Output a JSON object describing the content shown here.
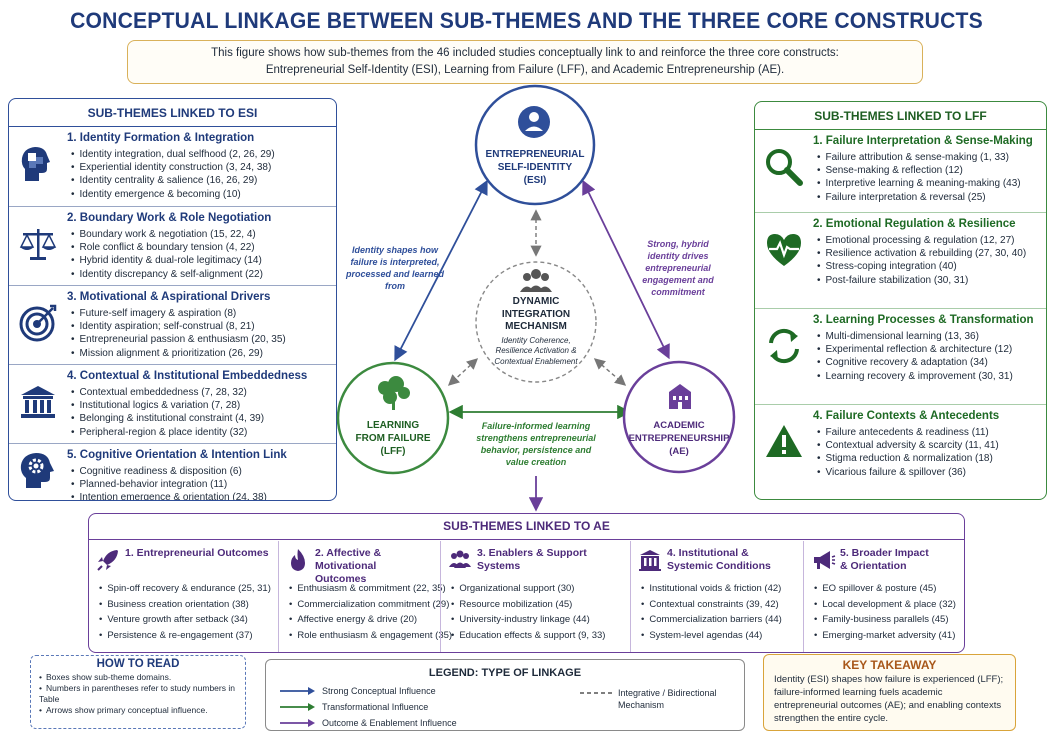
{
  "title": "CONCEPTUAL LINKAGE BETWEEN SUB-THEMES AND THE THREE CORE CONSTRUCTS",
  "intro": {
    "line1": "This figure shows how sub-themes from the 46 included studies conceptually link to and reinforce the three core constructs:",
    "line2": "Entrepreneurial Self-Identity (ESI), Learning from Failure (LFF), and Academic Entrepreneurship (AE)."
  },
  "esi_panel": {
    "heading": "SUB-THEMES LINKED TO ESI",
    "sections": [
      {
        "title": "1. Identity Formation & Integration",
        "icon": "puzzle-head-icon",
        "items": [
          "Identity integration, dual selfhood (2, 26, 29)",
          "Experiential identity construction (3, 24, 38)",
          "Identity centrality & salience (16, 26, 29)",
          "Identity emergence & becoming (10)"
        ]
      },
      {
        "title": "2. Boundary Work & Role Negotiation",
        "icon": "balance-scale-icon",
        "items": [
          "Boundary work & negotiation (15, 22, 4)",
          "Role conflict & boundary tension (4, 22)",
          "Hybrid identity & dual-role legitimacy (14)",
          "Identity discrepancy & self-alignment (22)"
        ]
      },
      {
        "title": "3. Motivational & Aspirational Drivers",
        "icon": "target-icon",
        "items": [
          "Future-self imagery & aspiration (8)",
          "Identity aspiration; self-construal (8, 21)",
          "Entrepreneurial passion & enthusiasm (20, 35)",
          "Mission alignment & prioritization (26, 29)"
        ]
      },
      {
        "title": "4. Contextual & Institutional Embeddedness",
        "icon": "institution-icon",
        "items": [
          "Contextual embeddedness (7, 28, 32)",
          "Institutional logics & variation (7, 28)",
          "Belonging & institutional constraint (4, 39)",
          "Peripheral-region & place identity (32)"
        ]
      },
      {
        "title": "5. Cognitive Orientation & Intention Link",
        "icon": "head-gear-icon",
        "items": [
          "Cognitive readiness & disposition (6)",
          "Planned-behavior integration (11)",
          "Intention emergence & orientation (24, 38)"
        ]
      }
    ]
  },
  "lff_panel": {
    "heading": "SUB-THEMES LINKED TO LFF",
    "sections": [
      {
        "title": "1. Failure Interpretation & Sense-Making",
        "icon": "magnifier-icon",
        "items": [
          "Failure attribution & sense-making (1, 33)",
          "Sense-making & reflection (12)",
          "Interpretive learning & meaning-making (43)",
          "Failure interpretation & reversal (25)"
        ]
      },
      {
        "title": "2. Emotional Regulation & Resilience",
        "icon": "heart-pulse-icon",
        "items": [
          "Emotional processing & regulation (12, 27)",
          "Resilience activation & rebuilding (27, 30, 40)",
          "Stress-coping integration (40)",
          "Post-failure stabilization (30, 31)"
        ]
      },
      {
        "title": "3. Learning Processes & Transformation",
        "icon": "cycle-arrows-icon",
        "items": [
          "Multi-dimensional learning (13, 36)",
          "Experimental reflection & architecture (12)",
          "Cognitive recovery & adaptation (34)",
          "Learning recovery & improvement (30, 31)"
        ]
      },
      {
        "title": "4. Failure Contexts & Antecedents",
        "icon": "warning-icon",
        "items": [
          "Failure antecedents & readiness (11)",
          "Contextual adversity & scarcity (11, 41)",
          "Stigma reduction & normalization (18)",
          "Vicarious failure & spillover (36)"
        ]
      }
    ]
  },
  "ae_panel": {
    "heading": "SUB-THEMES LINKED TO AE",
    "columns": [
      {
        "title": "1. Entrepreneurial Outcomes",
        "icon": "rocket-icon",
        "items": [
          "Spin-off recovery & endurance (25, 31)",
          "Business creation orientation (38)",
          "Venture growth after setback (34)",
          "Persistence & re-engagement (37)"
        ]
      },
      {
        "title": "2. Affective & Motivational Outcomes",
        "icon": "flame-icon",
        "items": [
          "Enthusiasm & commitment (22, 35)",
          "Commercialization commitment (29)",
          "Affective energy & drive (20)",
          "Role enthusiasm & engagement (35)"
        ]
      },
      {
        "title": "3. Enablers & Support Systems",
        "icon": "people-group-icon",
        "items": [
          "Organizational support (30)",
          "Resource mobilization (45)",
          "University-industry linkage (44)",
          "Education effects & support (9, 33)"
        ]
      },
      {
        "title": "4. Institutional & Systemic Conditions",
        "icon": "building-icon",
        "items": [
          "Institutional voids & friction (42)",
          "Contextual constraints (39, 42)",
          "Commercialization barriers (44)",
          "System-level agendas (44)"
        ]
      },
      {
        "title": "5. Broader Impact & Orientation",
        "icon": "megaphone-icon",
        "items": [
          "EO spillover & posture (45)",
          "Local development & place (32)",
          "Family-business parallels (45)",
          "Emerging-market adversity (41)"
        ]
      }
    ]
  },
  "diagram": {
    "esi": {
      "line1": "ENTREPRENEURIAL",
      "line2": "SELF-IDENTITY",
      "line3": "(ESI)",
      "icon": "person-badge-icon"
    },
    "lff": {
      "line1": "LEARNING",
      "line2": "FROM FAILURE",
      "line3": "(LFF)",
      "icon": "brain-tree-icon"
    },
    "ae": {
      "line1": "ACADEMIC",
      "line2": "ENTREPRENEURSHIP",
      "line3": "(AE)",
      "icon": "university-icon"
    },
    "center": {
      "line1": "DYNAMIC",
      "line2": "INTEGRATION",
      "line3": "MECHANISM",
      "sub1": "Identity Coherence,",
      "sub2": "Resilience Activation &",
      "sub3": "Contextual Enablement",
      "icon": "group-icon"
    },
    "annot_left": [
      "Identity shapes how",
      "failure is interpreted,",
      "processed and learned",
      "from"
    ],
    "annot_right": [
      "Strong, hybrid",
      "identity drives",
      "entrepreneurial",
      "engagement and",
      "commitment"
    ],
    "annot_bottom": [
      "Failure-informed learning",
      "strengthens entrepreneurial",
      "behavior, persistence and",
      "value creation"
    ]
  },
  "colors": {
    "esi": "#2f4f9a",
    "lff": "#3c8a3f",
    "ae": "#6a3f9a",
    "takeaway": "#d9a43a"
  },
  "how_to_read": {
    "heading": "HOW TO READ",
    "items": [
      "Boxes show sub-theme domains.",
      "Numbers in parentheses refer to study numbers in Table",
      "Arrows show primary conceptual influence."
    ]
  },
  "legend": {
    "heading": "LEGEND: TYPE OF LINKAGE",
    "strong": "Strong Conceptual Influence",
    "transform": "Transformational Influence",
    "outcome": "Outcome & Enablement Influence",
    "integrative1": "Integrative / Bidirectional",
    "integrative2": "Mechanism"
  },
  "takeaway": {
    "heading": "KEY TAKEAWAY",
    "text": "Identity (ESI) shapes how failure is experienced (LFF); failure-informed learning fuels academic entrepreneurial outcomes (AE); and enabling contexts strengthen the entire cycle."
  }
}
